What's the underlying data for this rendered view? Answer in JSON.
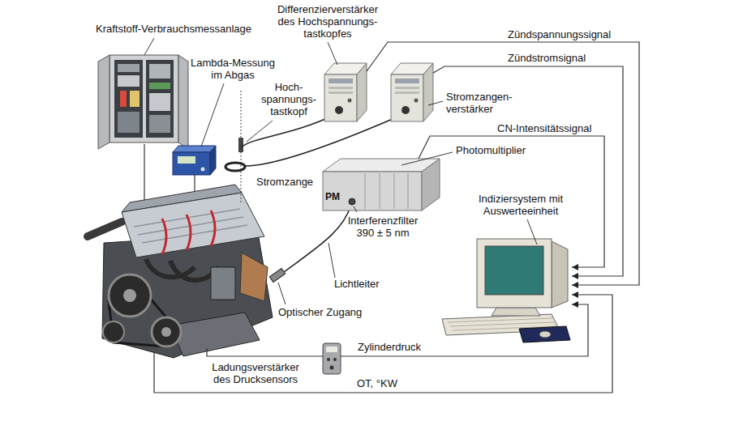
{
  "diagram": {
    "nodes": [
      {
        "text": [
          "Kraftstoff-Verbrauchsmessanlage"
        ]
      },
      {
        "text": [
          "Differenzierverstärker des Hochspannungs- tastkopfes"
        ]
      },
      {
        "text": [
          "Lambda-Messung im Abgas"
        ]
      },
      {
        "text": [
          "Stromzangen- verstärker"
        ]
      },
      {
        "text": [
          "Photomultiplier",
          "PM"
        ]
      },
      {
        "text": [
          "Indiziersystem mit Auswerteeinheit"
        ]
      },
      {
        "text": [
          "Ladungsverstärker des Drucksensors"
        ]
      }
    ],
    "edges": [
      {
        "from": 1,
        "to": 5,
        "label": "Zündspannungssignal",
        "arrow": "to"
      },
      {
        "from": 3,
        "to": 5,
        "label": "Zündstromsignal",
        "arrow": "to"
      },
      {
        "from": 4,
        "to": 5,
        "label": "CN-Intensitätssignal",
        "arrow": "to"
      },
      {
        "from": 6,
        "to": 5,
        "label": "Zylinderdruck",
        "arrow": "to"
      }
    ],
    "labels": [
      "Hoch- spannungs- tastkopf",
      "Stromzange",
      "Interferenzfilter 390 ± 5 nm",
      "Lichtleiter",
      "Optischer Zugang",
      "OT, °KW"
    ]
  }
}
